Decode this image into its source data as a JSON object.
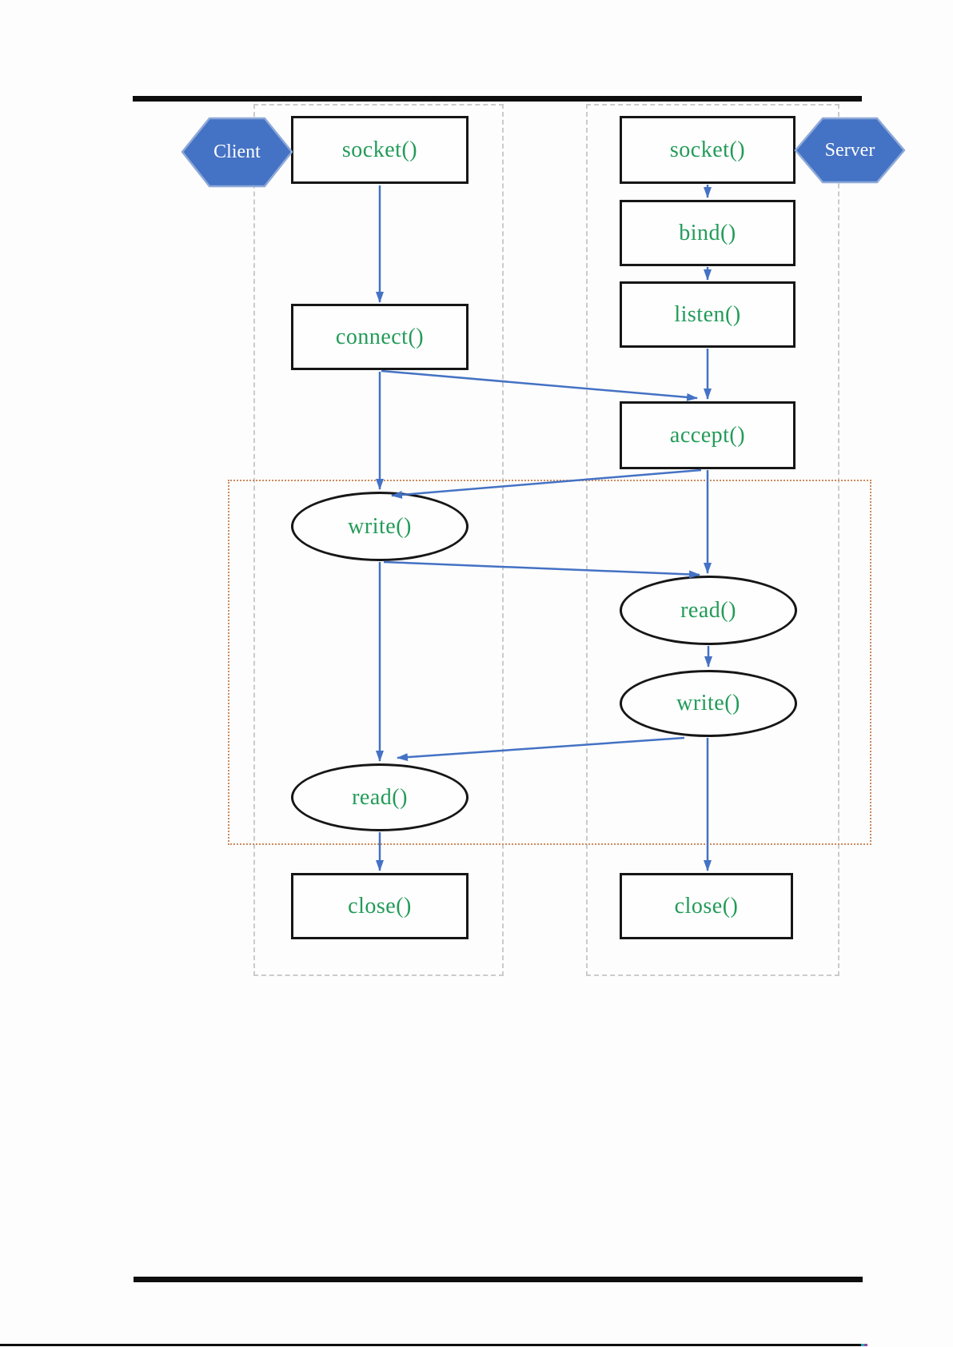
{
  "diagram": {
    "actors": {
      "client": "Client",
      "server": "Server"
    },
    "client_nodes": {
      "socket": "socket()",
      "connect": "connect()",
      "write": "write()",
      "read": "read()",
      "close": "close()"
    },
    "server_nodes": {
      "socket": "socket()",
      "bind": "bind()",
      "listen": "listen()",
      "accept": "accept()",
      "read": "read()",
      "write": "write()",
      "close": "close()"
    },
    "edges": [
      {
        "from": "client-socket",
        "to": "client-connect"
      },
      {
        "from": "client-connect",
        "to": "client-write"
      },
      {
        "from": "client-connect",
        "to": "server-accept"
      },
      {
        "from": "server-socket",
        "to": "server-bind"
      },
      {
        "from": "server-bind",
        "to": "server-listen"
      },
      {
        "from": "server-listen",
        "to": "server-accept"
      },
      {
        "from": "server-accept",
        "to": "client-write"
      },
      {
        "from": "server-accept",
        "to": "server-read"
      },
      {
        "from": "client-write",
        "to": "server-read"
      },
      {
        "from": "client-write",
        "to": "client-read"
      },
      {
        "from": "server-read",
        "to": "server-write"
      },
      {
        "from": "server-write",
        "to": "client-read"
      },
      {
        "from": "client-read",
        "to": "client-close"
      },
      {
        "from": "server-write",
        "to": "server-close"
      }
    ],
    "colors": {
      "accent_blue": "#4472C4",
      "node_text_green": "#229b58",
      "lane_dash_gray": "#cbcbcb",
      "exchange_dot_orange": "#cc8a5e",
      "rule_black": "#0e0e0e"
    }
  }
}
